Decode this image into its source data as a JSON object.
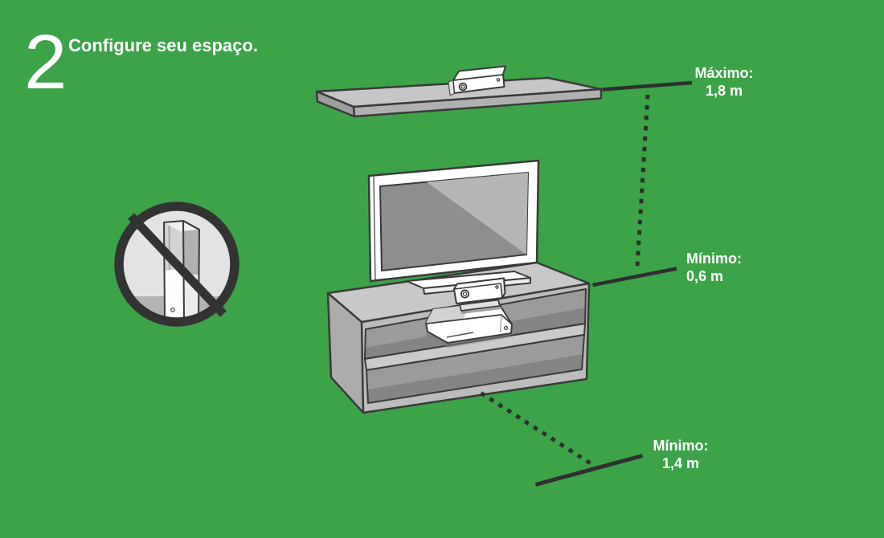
{
  "header": {
    "step_number": "2",
    "title": "Configure seu espaço."
  },
  "callouts": {
    "shelf_max": {
      "label": "Máximo:",
      "value": "1,8 m"
    },
    "tv_stand_min": {
      "label": "Mínimo:",
      "value": "0,6 m"
    },
    "floor_min": {
      "label": "Mínimo:",
      "value": "1,4 m"
    }
  },
  "colors": {
    "background": "#3CA348",
    "callout_line": "#2F2F2F",
    "outline": "#3A3A3A",
    "text": "#FFFFFF"
  },
  "icons": {
    "no_vertical_console": "no-vertical-console-icon",
    "wall_shelf": "wall-shelf-icon",
    "kinect_on_shelf": "kinect-sensor-icon",
    "tv": "tv-icon",
    "tv_stand": "tv-stand-icon",
    "kinect_on_stand": "kinect-sensor-icon",
    "xbox_console": "xbox-console-horizontal-icon"
  }
}
